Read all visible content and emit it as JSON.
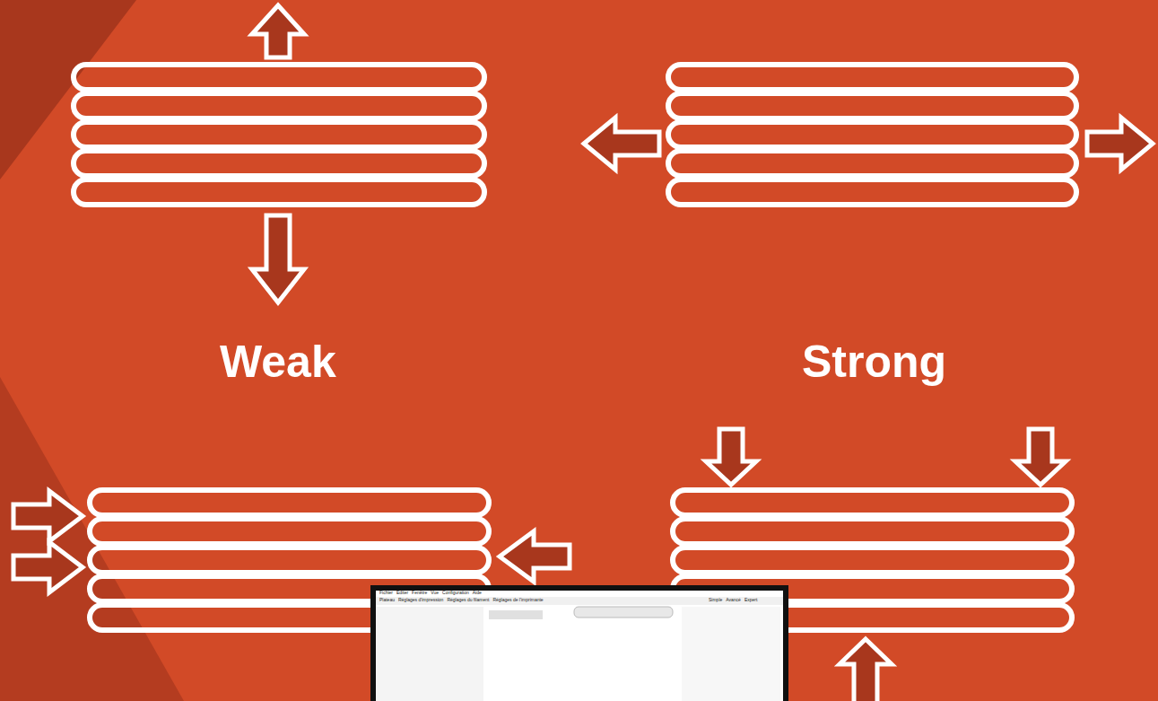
{
  "diagram": {
    "labels": [
      "Weak",
      "Strong",
      "Fichier",
      "Éditer",
      "Fenêtre",
      "Vue",
      "Configuration",
      "Aide",
      "Plateau",
      "Réglages d'impression",
      "Réglages du filament",
      "Réglages de l'imprimante",
      "Simple",
      "Avancé",
      "Expert"
    ]
  }
}
